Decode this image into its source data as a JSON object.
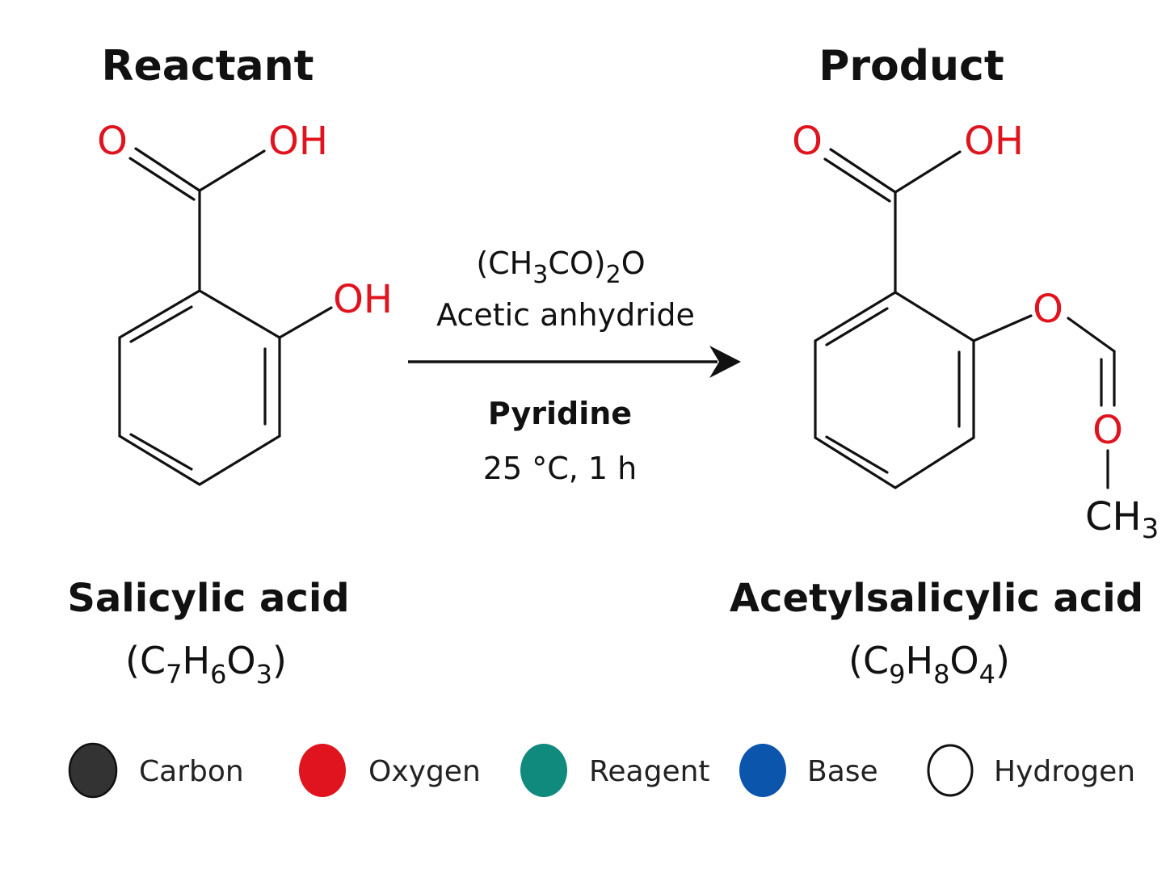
{
  "colors": {
    "carbon": "#333333",
    "oxygen": "#e0141e",
    "reagent": "#0f8a7d",
    "base": "#0b55ad",
    "hydrogen": "#ffffff",
    "text": "#111111"
  },
  "headings": {
    "reactant": "Reactant",
    "product": "Product"
  },
  "reactant": {
    "labels": {
      "carbonyl_o": "O",
      "acid_oh": "OH",
      "phenol_oh": "OH"
    },
    "name": "Salicylic acid",
    "formula": {
      "open": "(",
      "e1": "C",
      "n1": "7",
      "e2": "H",
      "n2": "6",
      "e3": "O",
      "n3": "3",
      "close": ")"
    }
  },
  "product": {
    "labels": {
      "carbonyl_o": "O",
      "acid_oh": "OH",
      "ester_o": "O",
      "acyl_o": "O",
      "methyl": "CH",
      "methyl_sub": "3"
    },
    "name": "Acetylsalicylic acid",
    "formula": {
      "open": "(",
      "e1": "C",
      "n1": "9",
      "e2": "H",
      "n2": "8",
      "e3": "O",
      "n3": "4",
      "close": ")"
    }
  },
  "conditions": {
    "reagent_formula": {
      "p1": "(CH",
      "s1": "3",
      "p2": "CO)",
      "s2": "2",
      "p3": "O"
    },
    "reagent_name": "Acetic anhydride",
    "base": "Pyridine",
    "temp_time": "25 °C, 1 h"
  },
  "legend": [
    {
      "label": "Carbon",
      "color": "#333333"
    },
    {
      "label": "Oxygen",
      "color": "#e0141e"
    },
    {
      "label": "Reagent",
      "color": "#0f8a7d"
    },
    {
      "label": "Base",
      "color": "#0b55ad"
    },
    {
      "label": "Hydrogen",
      "color": "#ffffff"
    }
  ]
}
